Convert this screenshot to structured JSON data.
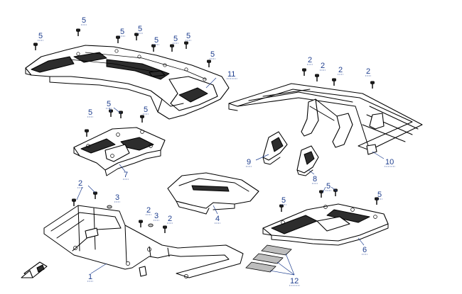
{
  "parts": [
    {
      "id": "rear-rack",
      "callout": "11"
    },
    {
      "id": "front-rack-tube",
      "callout": "10"
    },
    {
      "id": "small-mount",
      "callout": "7"
    },
    {
      "id": "rear-bracket",
      "callout": "9"
    },
    {
      "id": "front-bracket",
      "callout": "8"
    },
    {
      "id": "cover",
      "callout": "4"
    },
    {
      "id": "base-tube-frame",
      "callout": "1"
    },
    {
      "id": "front-rack-platform",
      "callout": "6"
    },
    {
      "id": "pads",
      "callout": "12"
    }
  ],
  "callouts": [
    {
      "label": "5"
    },
    {
      "label": "5"
    },
    {
      "label": "5"
    },
    {
      "label": "5"
    },
    {
      "label": "5"
    },
    {
      "label": "5"
    },
    {
      "label": "5"
    },
    {
      "label": "5"
    },
    {
      "label": "11"
    },
    {
      "label": "2"
    },
    {
      "label": "2"
    },
    {
      "label": "2"
    },
    {
      "label": "2"
    },
    {
      "label": "10"
    },
    {
      "label": "5"
    },
    {
      "label": "5"
    },
    {
      "label": "7"
    },
    {
      "label": "9"
    },
    {
      "label": "8"
    },
    {
      "label": "4"
    },
    {
      "label": "2"
    },
    {
      "label": "3"
    },
    {
      "label": "2"
    },
    {
      "label": "3"
    },
    {
      "label": "2"
    },
    {
      "label": "1"
    },
    {
      "label": "5"
    },
    {
      "label": "5"
    },
    {
      "label": "5"
    },
    {
      "label": "6"
    },
    {
      "label": "12"
    }
  ]
}
